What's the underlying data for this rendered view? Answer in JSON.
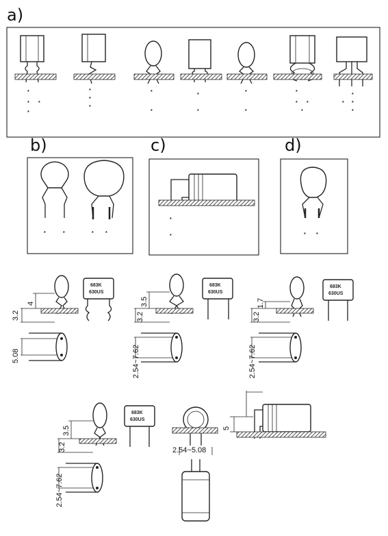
{
  "labels": {
    "a": "a)",
    "b": "b)",
    "c": "c)",
    "d": "d)"
  },
  "dimensions": {
    "row1_col1": {
      "h1": "3.2",
      "h2": "4",
      "pitch": "5.08"
    },
    "row1_col2": {
      "h1": "3.2",
      "h2": "3.5",
      "pitch": "2.54~7.62"
    },
    "row1_col3": {
      "h1": "3.2",
      "h2": "1.7",
      "pitch": "2.54~7.62"
    },
    "row2_col1": {
      "h1": "3.2",
      "h2": "3.5",
      "pitch": "2.54~7.62"
    },
    "row2_col2": {
      "pitch": "2.54~5.08"
    },
    "row2_col3": {
      "h": "5"
    }
  },
  "capacitor_marking": {
    "line1": "683K",
    "line2": "630US"
  }
}
